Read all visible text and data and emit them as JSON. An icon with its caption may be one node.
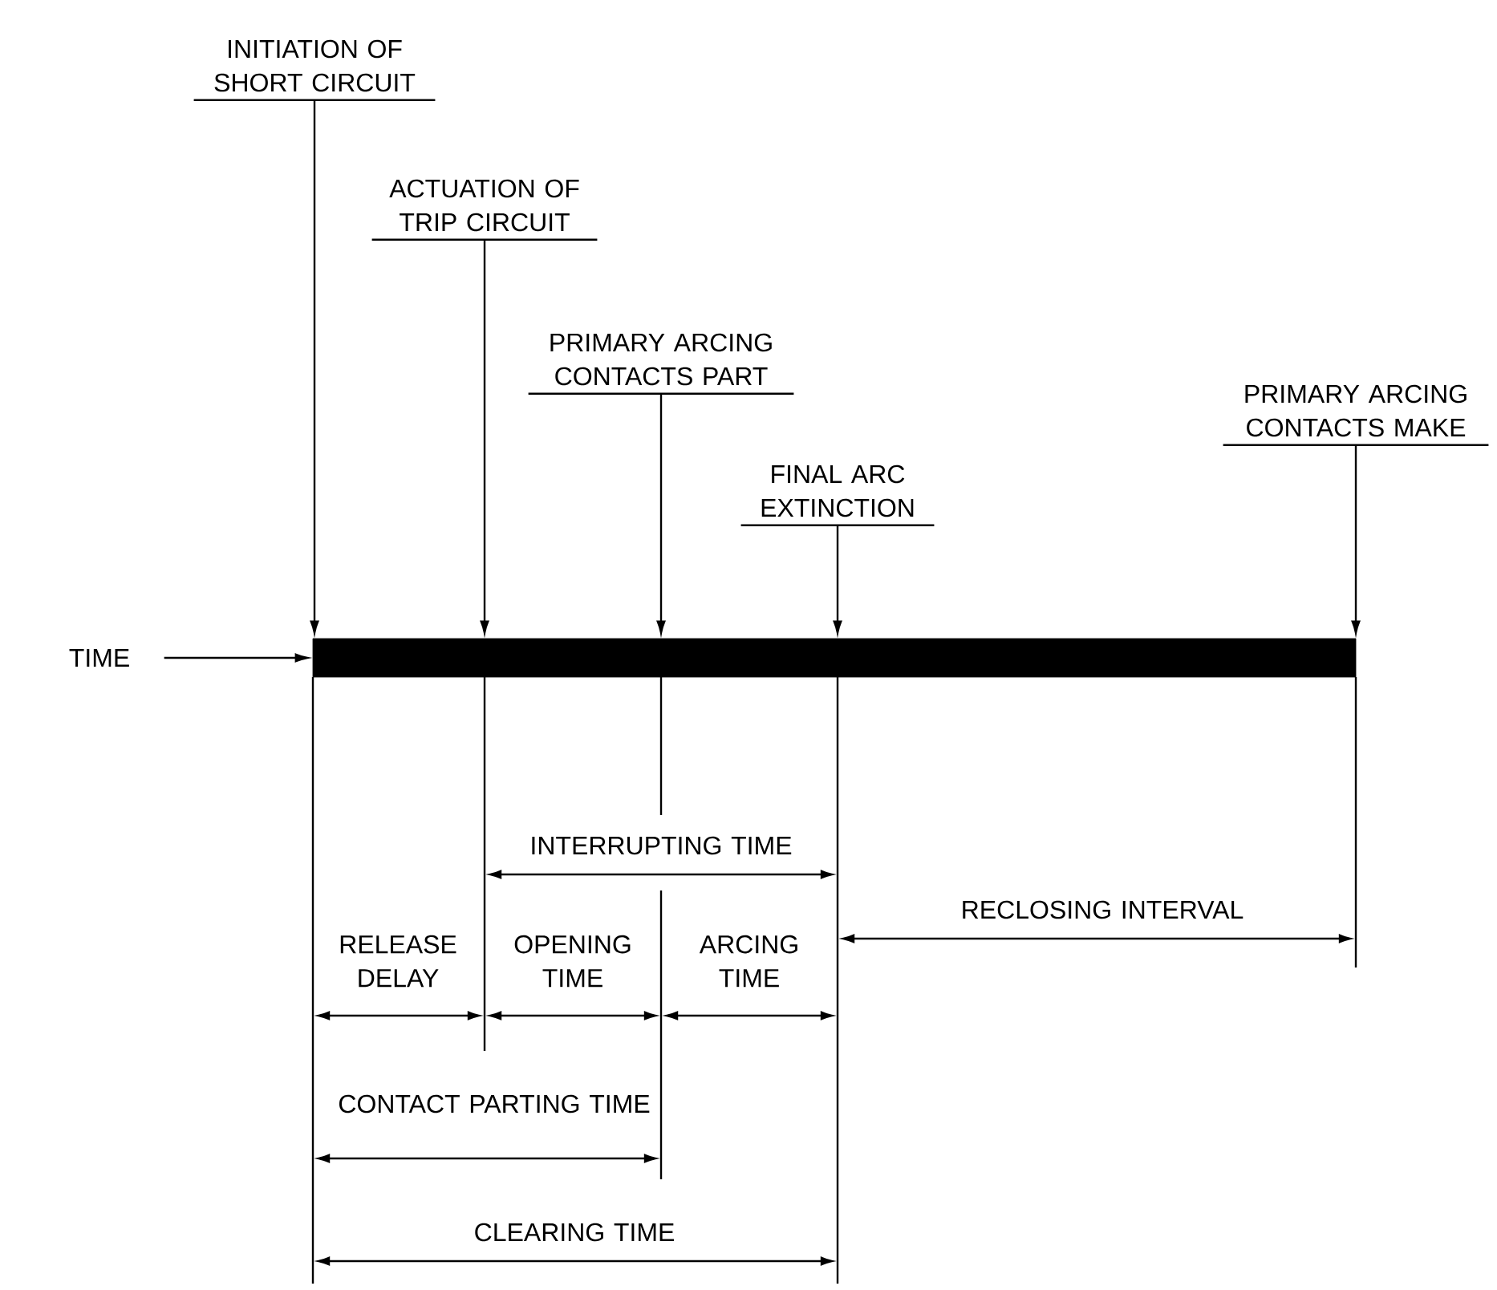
{
  "diagram": {
    "nodes": [
      {
        "text": [],
        "shape": "bar"
      },
      {
        "text": [
          "INITIATION OF SHORT CIRCUIT"
        ]
      },
      {
        "text": [
          "ACTUATION OF TRIP CIRCUIT"
        ]
      },
      {
        "text": [
          "PRIMARY ARCING CONTACTS PART"
        ]
      },
      {
        "text": [
          "FINAL ARC EXTINCTION"
        ]
      },
      {
        "text": [
          "PRIMARY ARCING CONTACTS MAKE"
        ]
      },
      {
        "text": [
          "TIME"
        ]
      }
    ],
    "edges": [
      {
        "from": 1,
        "to": 0,
        "arrow": "to"
      },
      {
        "from": 2,
        "to": 0,
        "arrow": "to"
      },
      {
        "from": 3,
        "to": 0,
        "arrow": "to"
      },
      {
        "from": 4,
        "to": 0,
        "arrow": "to"
      },
      {
        "from": 5,
        "to": 0,
        "arrow": "to"
      },
      {
        "from": 6,
        "to": 0,
        "arrow": "to"
      }
    ],
    "labels": [
      "INTERRUPTING TIME",
      "RELEASE DELAY",
      "OPENING TIME",
      "ARCING TIME",
      "RECLOSING INTERVAL",
      "CONTACT PARTING TIME",
      "CLEARING TIME"
    ]
  }
}
